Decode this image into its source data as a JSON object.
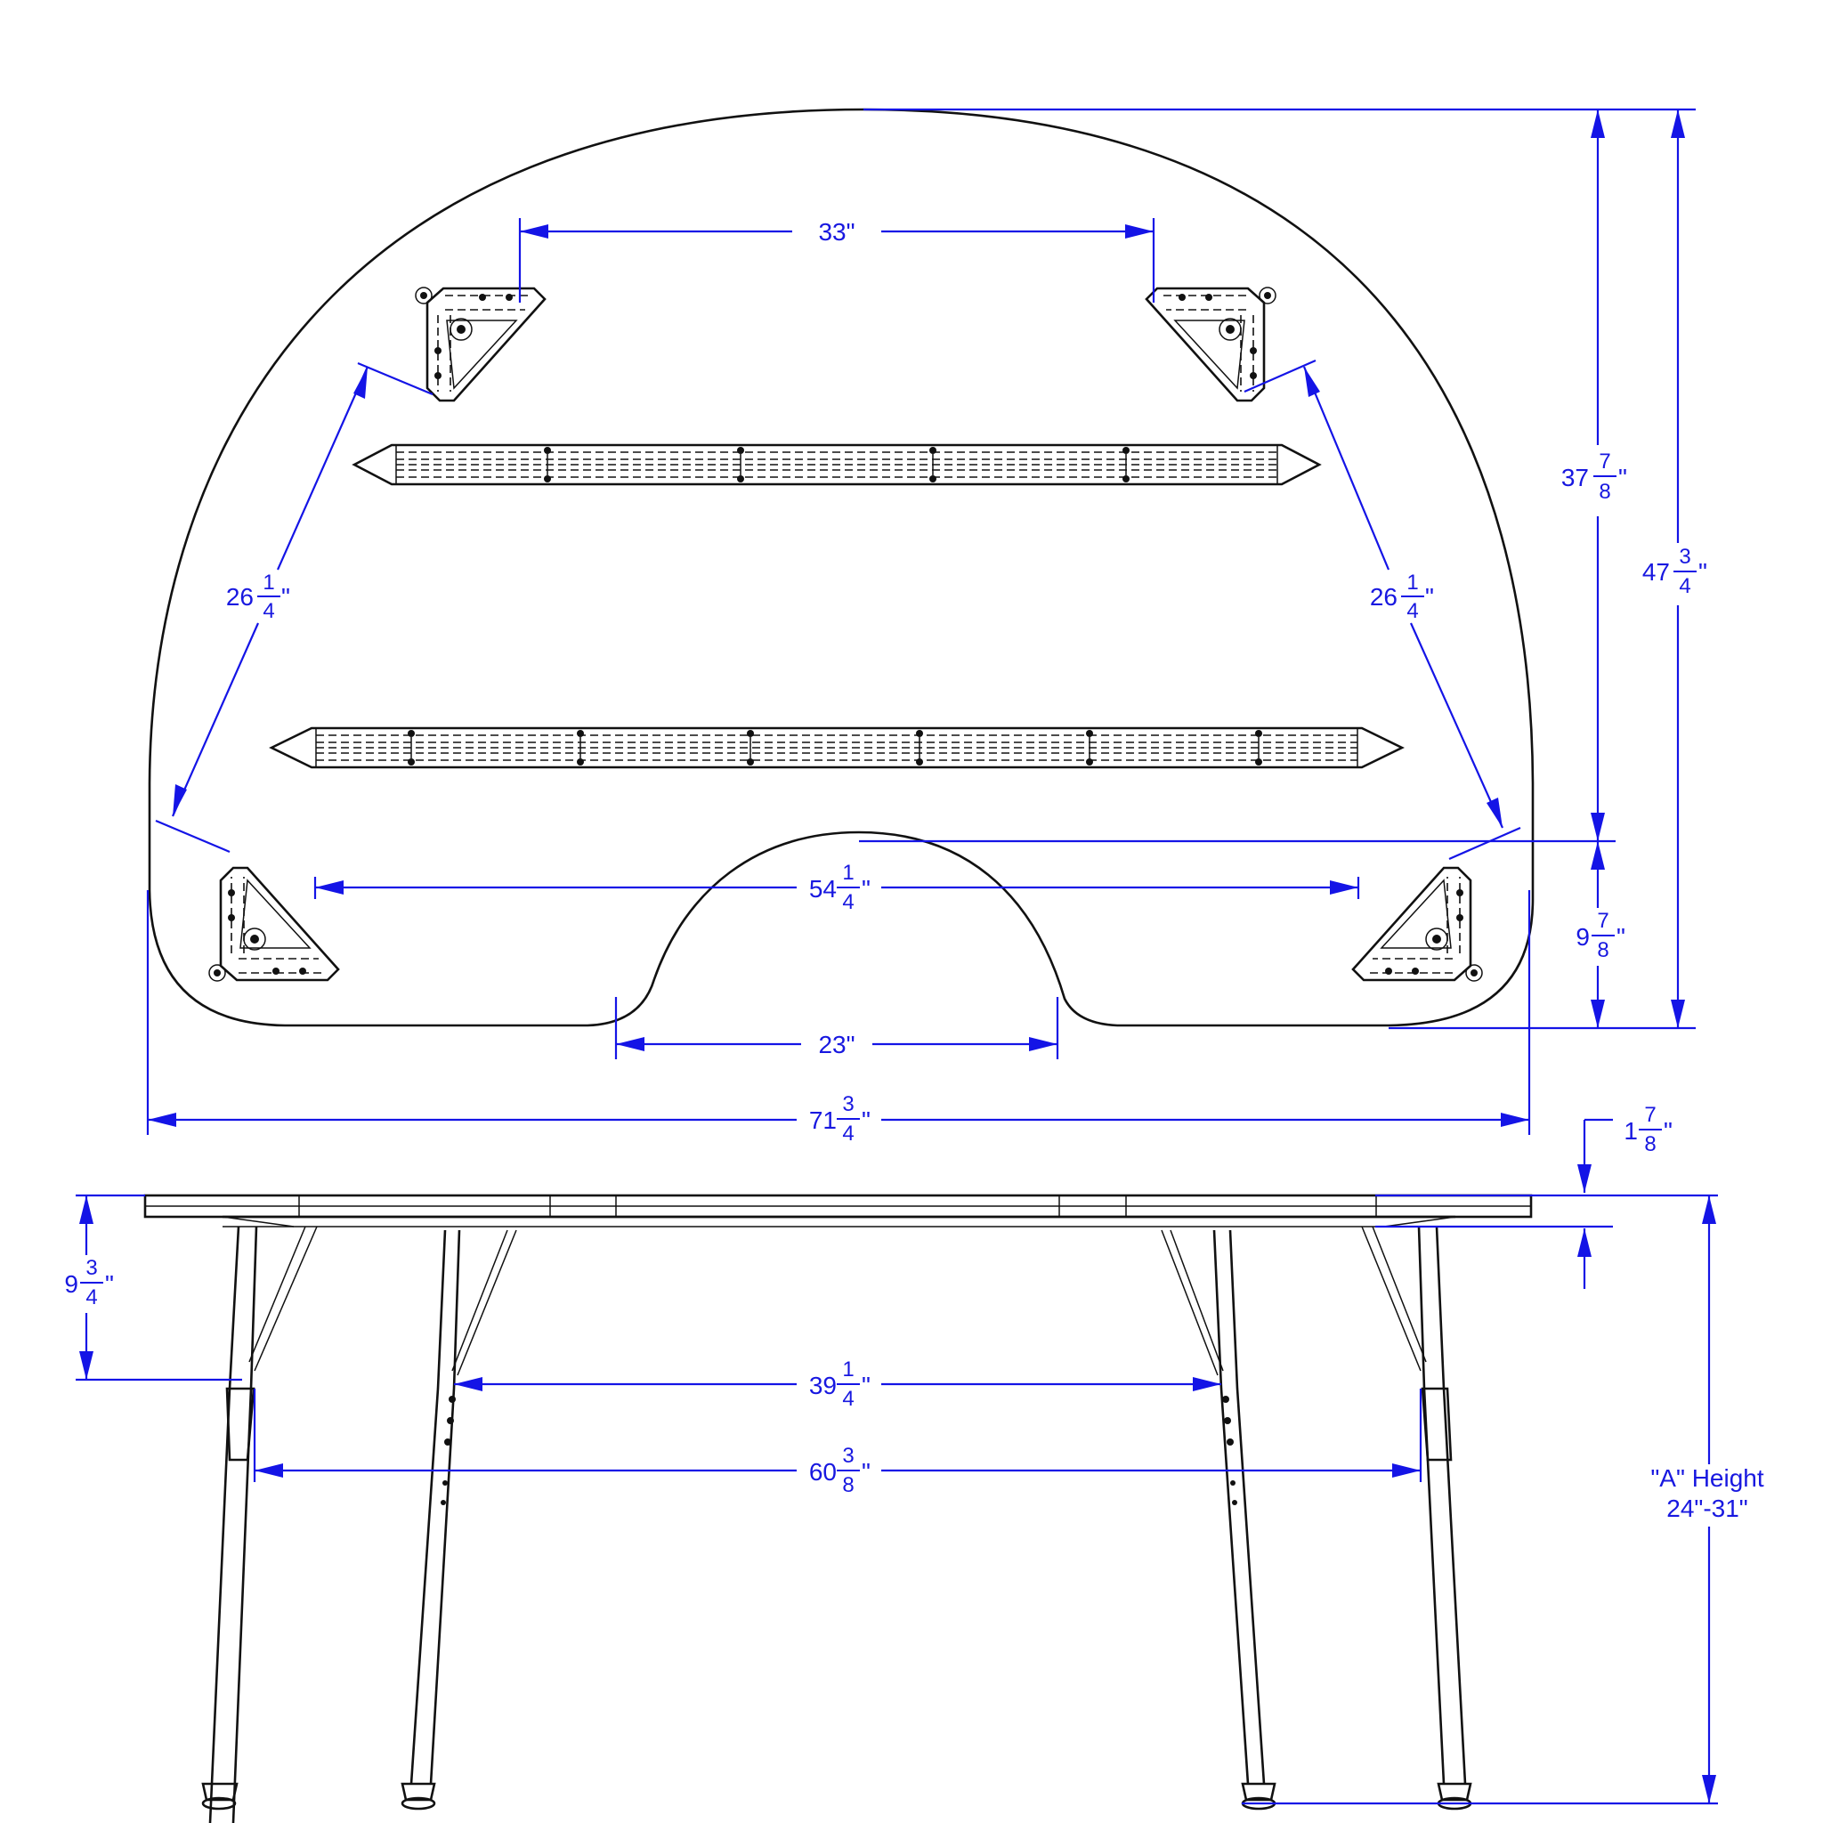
{
  "colors": {
    "dimension": "#1414e6",
    "outline": "#111111",
    "background": "#ffffff"
  },
  "dimensions": {
    "leg_spacing_top": "33\"",
    "diagonal_left": {
      "whole": "26",
      "num": "1",
      "den": "4",
      "unit": "\""
    },
    "diagonal_right": {
      "whole": "26",
      "num": "1",
      "den": "4",
      "unit": "\""
    },
    "depth_to_cutout": {
      "whole": "37",
      "num": "7",
      "den": "8",
      "unit": "\""
    },
    "total_depth": {
      "whole": "47",
      "num": "3",
      "den": "4",
      "unit": "\""
    },
    "cutout_depth": {
      "whole": "9",
      "num": "7",
      "den": "8",
      "unit": "\""
    },
    "leg_spacing_front": {
      "whole": "54",
      "num": "1",
      "den": "4",
      "unit": "\""
    },
    "cutout_width": "23\"",
    "total_width": {
      "whole": "71",
      "num": "3",
      "den": "4",
      "unit": "\""
    },
    "top_thickness": {
      "whole": "1",
      "num": "7",
      "den": "8",
      "unit": "\""
    },
    "leg_brace_height": {
      "whole": "9",
      "num": "3",
      "den": "4",
      "unit": "\""
    },
    "inner_leg_spacing": {
      "whole": "39",
      "num": "1",
      "den": "4",
      "unit": "\""
    },
    "outer_leg_spacing": {
      "whole": "60",
      "num": "3",
      "den": "8",
      "unit": "\""
    },
    "height_label_line1": "\"A\" Height",
    "height_label_line2": "24\"-31\""
  }
}
